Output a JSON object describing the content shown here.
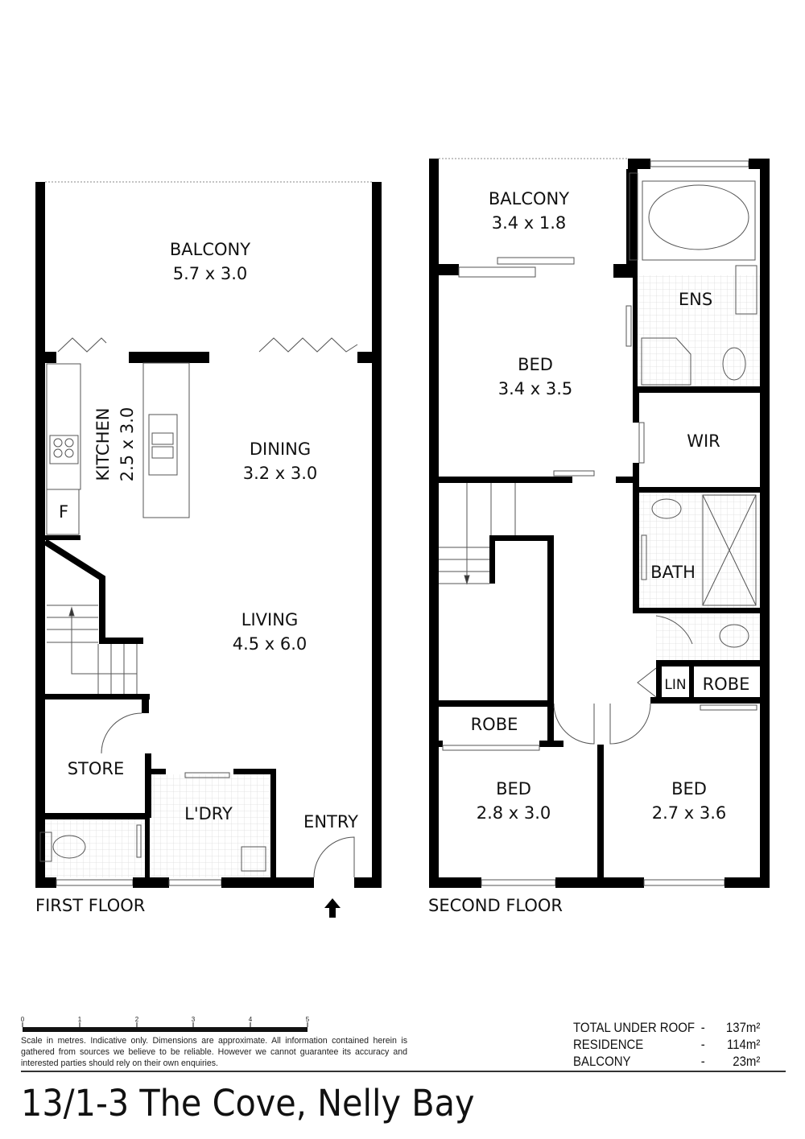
{
  "first_floor": {
    "label": "FIRST FLOOR",
    "rooms": [
      {
        "name": "BALCONY",
        "size": "5.7 x 3.0"
      },
      {
        "name": "DINING",
        "size": "3.2 x 3.0"
      },
      {
        "name": "LIVING",
        "size": "4.5 x 6.0"
      },
      {
        "name": "KITCHEN",
        "size": "2.5 x 3.0"
      },
      {
        "name": "STORE"
      },
      {
        "name": "L'DRY"
      },
      {
        "name": "ENTRY"
      },
      {
        "name": "F"
      }
    ]
  },
  "second_floor": {
    "label": "SECOND FLOOR",
    "rooms": [
      {
        "name": "BALCONY",
        "size": "3.4 x 1.8"
      },
      {
        "name": "BED",
        "size": "3.4 x 3.5"
      },
      {
        "name": "ENS"
      },
      {
        "name": "WIR"
      },
      {
        "name": "BATH"
      },
      {
        "name": "LIN"
      },
      {
        "name": "ROBE"
      },
      {
        "name": "ROBE"
      },
      {
        "name": "BED",
        "size": "2.8 x 3.0"
      },
      {
        "name": "BED",
        "size": "2.7 x 3.6"
      }
    ]
  },
  "scale": {
    "ticks": [
      "0",
      "1",
      "2",
      "3",
      "4",
      "5"
    ],
    "unit": "metres"
  },
  "disclaimer": "Scale in metres. Indicative only. Dimensions are approximate. All information contained herein is gathered from sources we believe to be reliable. However we cannot guarantee its accuracy and interested parties should rely on their own enquiries.",
  "areas": [
    {
      "name": "TOTAL UNDER ROOF",
      "dash": "-",
      "value": "137m²"
    },
    {
      "name": "RESIDENCE",
      "dash": "-",
      "value": "114m²"
    },
    {
      "name": "BALCONY",
      "dash": "-",
      "value": "23m²"
    }
  ],
  "address": "13/1-3 The Cove, Nelly Bay"
}
